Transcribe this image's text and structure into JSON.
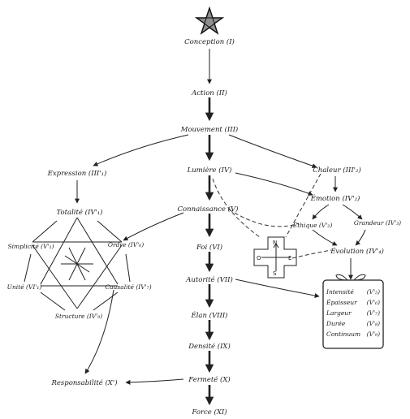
{
  "nodes": {
    "conception": "Conception (I)",
    "action": "Action (II)",
    "mouvement": "Mouvement (III)",
    "expression": "Expression (III'₁)",
    "lumiere": "Lumière (IV)",
    "chaleur": "Chaleur (III'₂)",
    "emotion": "Émotion (IV'₂)",
    "totalite": "Totalité (IV'₁)",
    "connaissance": "Connaissance (V)",
    "ethique": "Éthique (V'₂)",
    "grandeur": "Grandeur (IV'₃)",
    "evolution": "Évolution (IV'₄)",
    "simplicite": "Simplicité (V'₁)",
    "ordre": "Ordre (IV'₆)",
    "foi": "Foi (VI)",
    "unite": "Unité (VI'₁)",
    "causalite": "Causalité (IV'₇)",
    "autorite": "Autorité (VII)",
    "structure": "Structure (IV'₉)",
    "elan": "Élan (VIII)",
    "densite": "Densité (IX)",
    "responsabilite": "Responsabilité (X')",
    "fermete": "Fermeté (X)",
    "force": "Force (XI)"
  },
  "box_items": [
    {
      "label": "Intensité",
      "num": "(V'₅)"
    },
    {
      "label": "Épaisseur",
      "num": "(V'₆)"
    },
    {
      "label": "Largeur",
      "num": "(V'₇)"
    },
    {
      "label": "Durée",
      "num": "(V'₈)"
    },
    {
      "label": "Continuum",
      "num": "(V'₉)"
    }
  ],
  "compass": {
    "n": "N",
    "s": "S",
    "e": "E",
    "o": "O"
  }
}
